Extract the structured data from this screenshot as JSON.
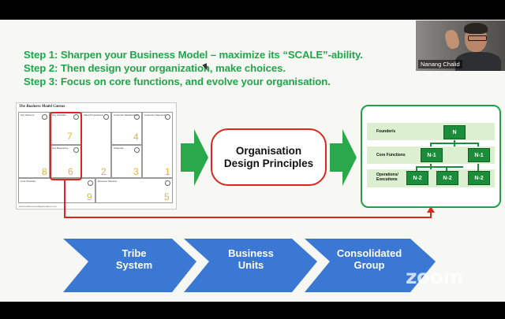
{
  "steps": [
    "Step 1: Sharpen your Business Model – maximize its “SCALE”-ability.",
    "Step 2: Then design your organization, make choices.",
    "Step 3: Focus on core functions, and evolve your organisation."
  ],
  "video": {
    "participant_name": "Nanang Chalid"
  },
  "canvas": {
    "title": "The Business Model Canvas",
    "blocks": [
      {
        "label": "Key Partners",
        "number": "8"
      },
      {
        "label": "Key Activities",
        "number": "7"
      },
      {
        "label": "Key Resources",
        "number": "6"
      },
      {
        "label": "Value Propositions",
        "number": "2"
      },
      {
        "label": "Customer Relationships",
        "number": "4"
      },
      {
        "label": "Channels",
        "number": "3"
      },
      {
        "label": "Customer Segments",
        "number": "1"
      },
      {
        "label": "Cost Structure",
        "number": "9"
      },
      {
        "label": "Revenue Streams",
        "number": "5"
      }
    ],
    "footer": "www.businessmodelgeneration.com"
  },
  "principles": {
    "line1": "Organisation",
    "line2": "Design Principles"
  },
  "org": {
    "rows": [
      "Founder/s",
      "Core Functions",
      "Operations/ Executions"
    ],
    "top": "N",
    "mid": [
      "N-1",
      "N-1"
    ],
    "bottom": [
      "N-2",
      "N-2",
      "N-2"
    ]
  },
  "chevrons": [
    {
      "line1": "Tribe",
      "line2": "System"
    },
    {
      "line1": "Business",
      "line2": "Units"
    },
    {
      "line1": "Consolidated",
      "line2": "Group"
    }
  ],
  "watermark": "zoom",
  "colors": {
    "green": "#1fa64a",
    "red": "#d8281f",
    "blue": "#3a78d4",
    "dark_green": "#1b8c3a"
  }
}
